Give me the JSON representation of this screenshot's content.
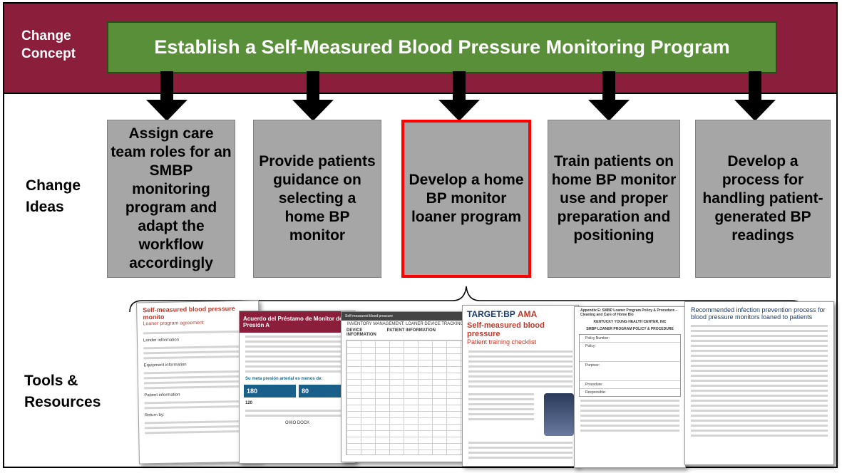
{
  "labels": {
    "change_concept": "Change Concept",
    "change_ideas": "Change Ideas",
    "tools_resources": "Tools & Resources"
  },
  "concept_title": "Establish a Self-Measured Blood Pressure Monitoring Program",
  "ideas": [
    "Assign care team roles for an SMBP monitoring program and adapt the workflow accordingly",
    "Provide patients guidance on selecting a home BP monitor",
    "Develop a home BP monitor loaner program",
    "Train patients on home BP monitor use and proper preparation and positioning",
    "Develop a process for handling patient-generated BP readings"
  ],
  "highlighted_idea_index": 2,
  "documents": {
    "doc1": {
      "title": "Self-measured blood pressure monito",
      "subtitle": "Loaner program agreement",
      "text": [
        "Lender information",
        "Equipment information",
        "Patient information",
        "Return by:"
      ]
    },
    "doc2": {
      "title": "Acuerdo del Préstamo de Monitor de Presión A",
      "text": [
        "Su meta presión arterial es menos de:",
        "180",
        "120",
        "80",
        "OHIO DOCK"
      ]
    },
    "doc3": {
      "title": "Self-measured blood pressure",
      "subtitle": "INVENTORY MANAGEMENT: LOANER DEVICE TRACKING",
      "text": [
        "DEVICE INFORMATION",
        "PATIENT INFORMATION"
      ]
    },
    "doc4": {
      "brand": "TARGET:BP",
      "brand2": "AMA",
      "title": "Self-measured blood pressure",
      "subtitle": "Patient training checklist"
    },
    "doc5": {
      "title": "Appendix E: SMBP Loaner Program Policy & Procedure – Cleaning and Care of Home Blo",
      "text": [
        "KENTUCKY YOUNG HEALTH CENTER, INC",
        "SMBP LOANER PROGRAM POLICY & PROCEDURE",
        "Policy Number:",
        "Policy:",
        "Purpose:",
        "Procedure:",
        "Responsible:"
      ]
    },
    "doc6": {
      "title": "Recommended infection prevention process for blood pressure monitors loaned to patients"
    }
  },
  "colors": {
    "band": "#8b1e3b",
    "title_box": "#5a8f3a",
    "idea_box": "#a6a6a6",
    "highlight": "#ff0000"
  }
}
